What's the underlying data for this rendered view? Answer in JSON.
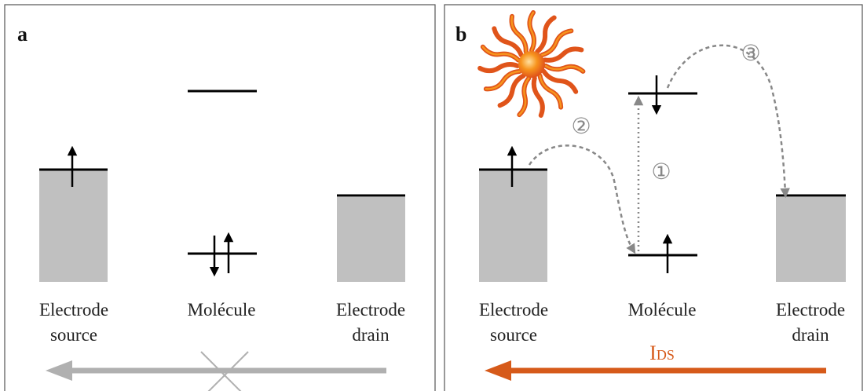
{
  "panel_a": {
    "label": "a",
    "source_label_line1": "Electrode",
    "source_label_line2": "source",
    "molecule_label": "Molécule",
    "drain_label_line1": "Electrode",
    "drain_label_line2": "drain"
  },
  "panel_b": {
    "label": "b",
    "source_label_line1": "Electrode",
    "source_label_line2": "source",
    "molecule_label": "Molécule",
    "drain_label_line1": "Electrode",
    "drain_label_line2": "drain",
    "step_1": "①",
    "step_2": "②",
    "step_3": "③",
    "current_label_main": "I",
    "current_label_sub": "DS"
  },
  "colors": {
    "electrode_fill": "#c0c0c0",
    "blocked_arrow": "#b0b0b0",
    "current_arrow": "#d65a1a",
    "transfer_path": "#888888"
  }
}
